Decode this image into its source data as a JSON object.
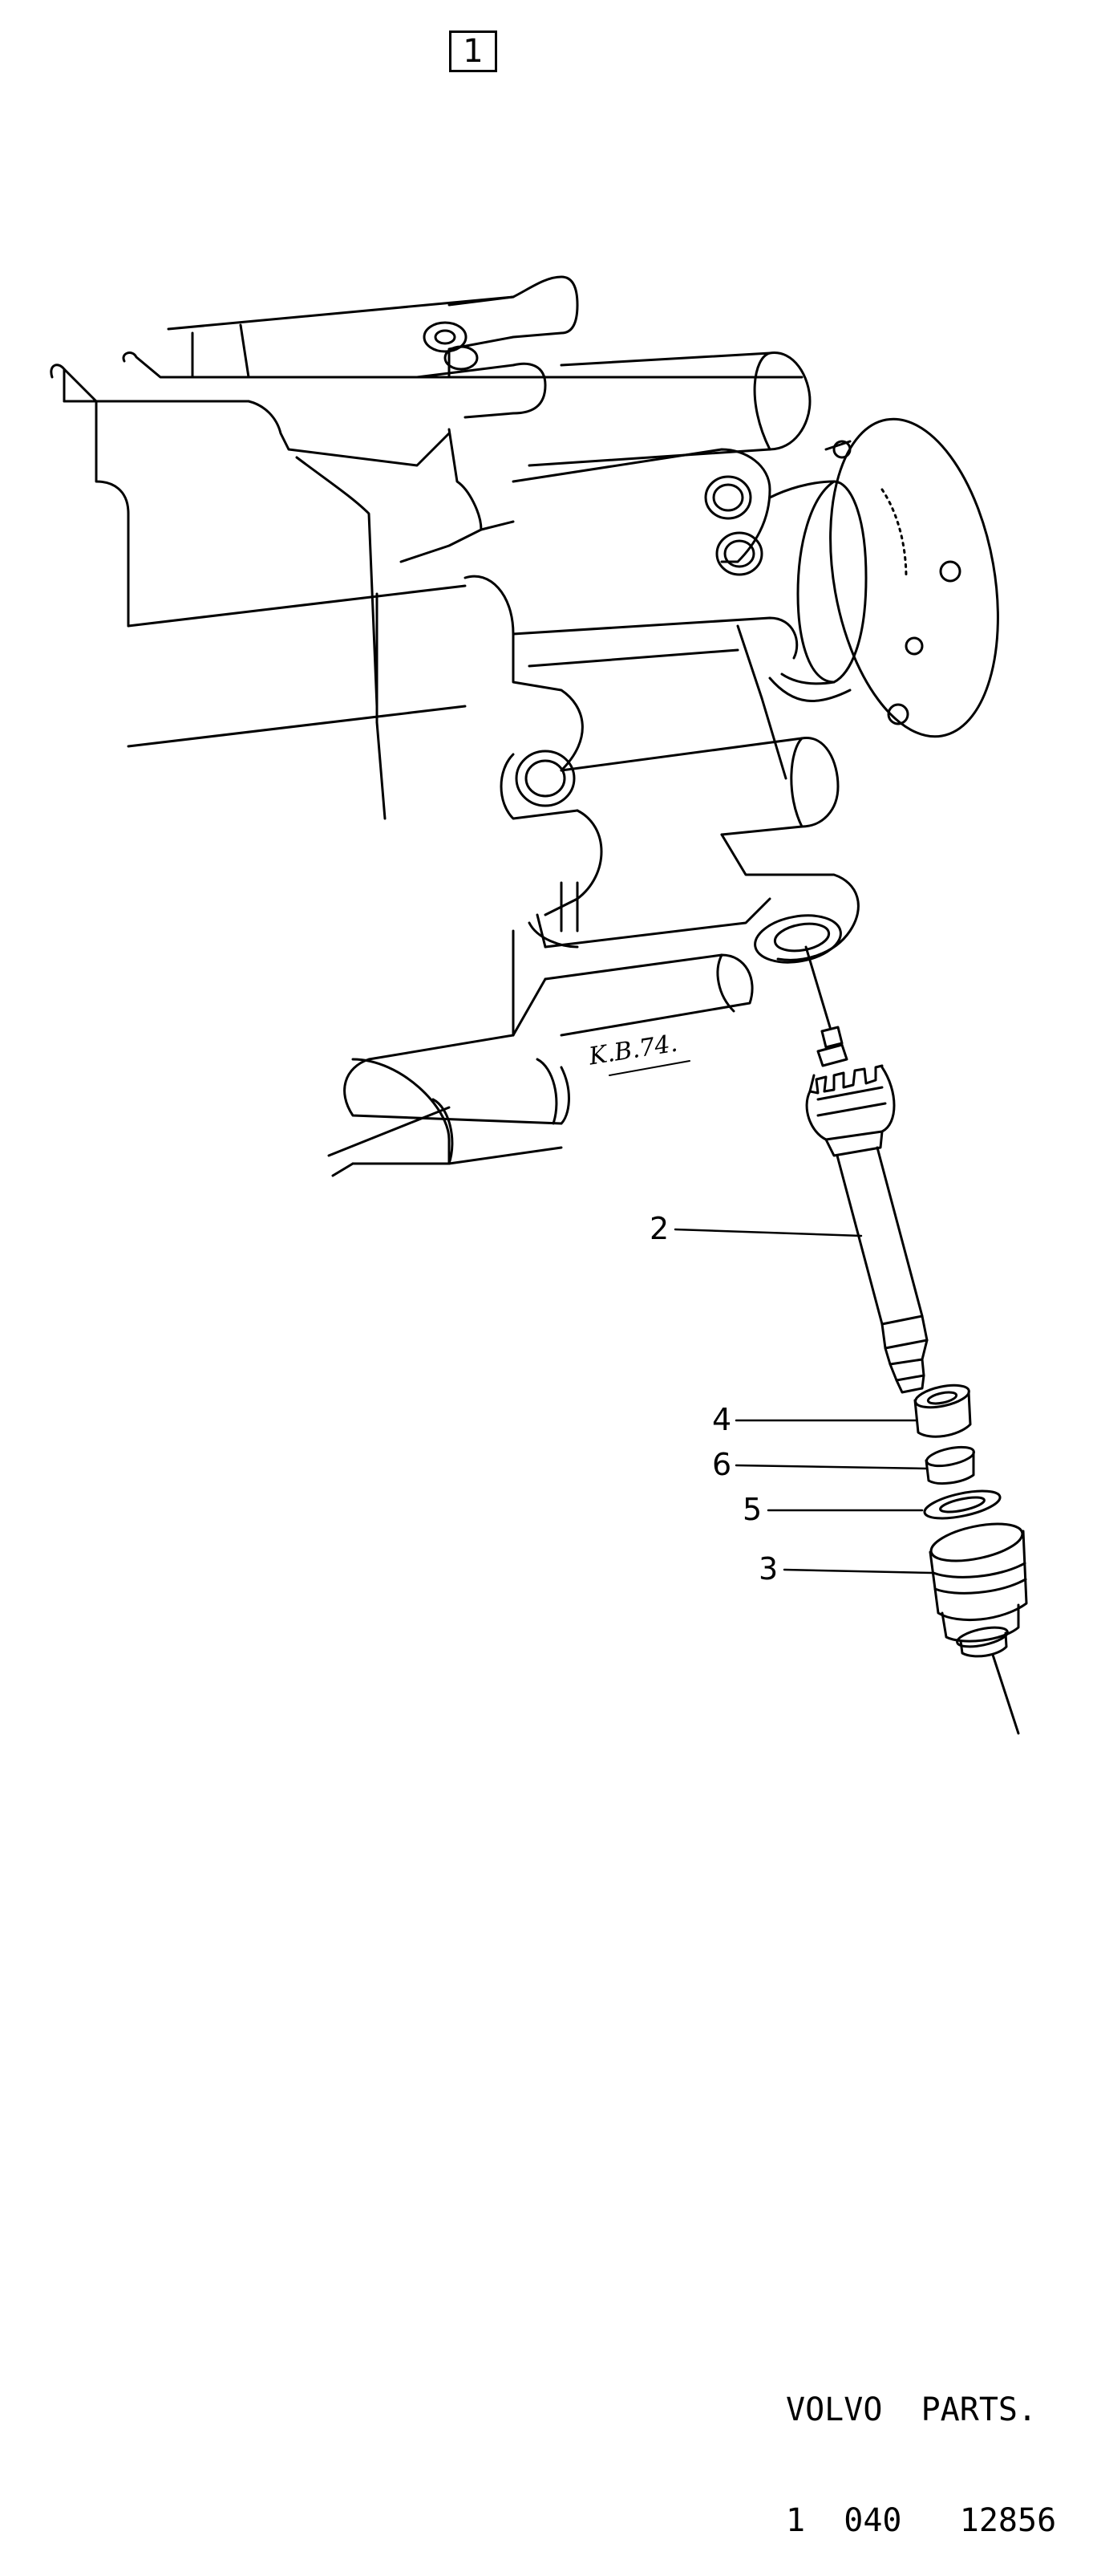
{
  "figure": {
    "frame_number": "1",
    "signature": "K.B.74.",
    "callouts": [
      {
        "id": "2",
        "label": "2"
      },
      {
        "id": "4",
        "label": "4"
      },
      {
        "id": "6",
        "label": "6"
      },
      {
        "id": "5",
        "label": "5"
      },
      {
        "id": "3",
        "label": "3"
      }
    ]
  },
  "footer": {
    "line1": "VOLVO  PARTS.",
    "line2": "1  040   12856"
  }
}
